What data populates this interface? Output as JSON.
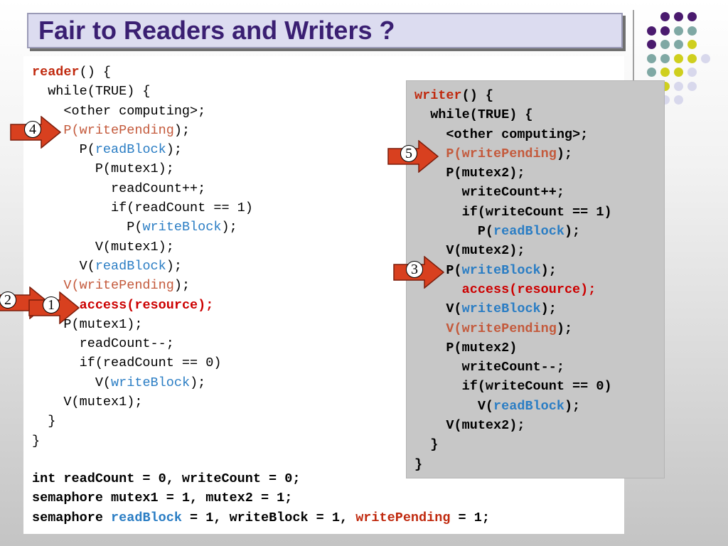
{
  "slide": {
    "title": "Fair to Readers and Writers ?"
  },
  "colors": {
    "title_text": "#3a1f72",
    "keyword_red": "#c0290e",
    "semaphore_orange": "#c45a3c",
    "block_blue": "#2a7dc4",
    "arrow_red": "#d8401f",
    "dot_purple": "#4a1a6e",
    "dot_teal": "#7fa8a4",
    "dot_yellow": "#cfcf1e",
    "dot_lavender": "#d8d8ec"
  },
  "reader": {
    "lines": [
      [
        {
          "t": "reader",
          "c": "kw"
        },
        {
          "t": "() {"
        }
      ],
      [
        {
          "t": "  while(TRUE) {"
        }
      ],
      [
        {
          "t": "    <other computing>;"
        }
      ],
      [
        {
          "t": "    P(writePending",
          "c": "sem"
        },
        {
          "t": ");"
        }
      ],
      [
        {
          "t": "      P("
        },
        {
          "t": "readBlock",
          "c": "blk"
        },
        {
          "t": ");"
        }
      ],
      [
        {
          "t": "        P(mutex1);"
        }
      ],
      [
        {
          "t": "          readCount++;"
        }
      ],
      [
        {
          "t": "          if(readCount == 1)"
        }
      ],
      [
        {
          "t": "            P("
        },
        {
          "t": "writeBlock",
          "c": "blk"
        },
        {
          "t": ");"
        }
      ],
      [
        {
          "t": "        V(mutex1);"
        }
      ],
      [
        {
          "t": "      V("
        },
        {
          "t": "readBlock",
          "c": "blk"
        },
        {
          "t": ");"
        }
      ],
      [
        {
          "t": "    V(writePending",
          "c": "sem"
        },
        {
          "t": ");"
        }
      ],
      [
        {
          "t": "      "
        },
        {
          "t": "access(resource);",
          "c": "acc"
        }
      ],
      [
        {
          "t": "    P(mutex1);"
        }
      ],
      [
        {
          "t": "      readCount--;"
        }
      ],
      [
        {
          "t": "      if(readCount == 0)"
        }
      ],
      [
        {
          "t": "        V("
        },
        {
          "t": "writeBlock",
          "c": "blk"
        },
        {
          "t": ");"
        }
      ],
      [
        {
          "t": "    V(mutex1);"
        }
      ],
      [
        {
          "t": "  }"
        }
      ],
      [
        {
          "t": "}"
        }
      ]
    ]
  },
  "writer": {
    "lines": [
      [
        {
          "t": "writer",
          "c": "kw"
        },
        {
          "t": "() {"
        }
      ],
      [
        {
          "t": "  while(TRUE) {"
        }
      ],
      [
        {
          "t": "    <other computing>;"
        }
      ],
      [
        {
          "t": "    P(writePending",
          "c": "sem"
        },
        {
          "t": ");"
        }
      ],
      [
        {
          "t": "    P(mutex2);"
        }
      ],
      [
        {
          "t": "      writeCount++;"
        }
      ],
      [
        {
          "t": "      if(writeCount == 1)"
        }
      ],
      [
        {
          "t": "        P("
        },
        {
          "t": "readBlock",
          "c": "blk"
        },
        {
          "t": ");"
        }
      ],
      [
        {
          "t": "    V(mutex2);"
        }
      ],
      [
        {
          "t": "    P("
        },
        {
          "t": "writeBlock",
          "c": "blk"
        },
        {
          "t": ");"
        }
      ],
      [
        {
          "t": "      "
        },
        {
          "t": "access(resource);",
          "c": "acc"
        }
      ],
      [
        {
          "t": "    V("
        },
        {
          "t": "writeBlock",
          "c": "blk"
        },
        {
          "t": ");"
        }
      ],
      [
        {
          "t": "    V(writePending",
          "c": "sem"
        },
        {
          "t": ");"
        }
      ],
      [
        {
          "t": "    P(mutex2)"
        }
      ],
      [
        {
          "t": "      writeCount--;"
        }
      ],
      [
        {
          "t": "      if(writeCount == 0)"
        }
      ],
      [
        {
          "t": "        V("
        },
        {
          "t": "readBlock",
          "c": "blk"
        },
        {
          "t": ");"
        }
      ],
      [
        {
          "t": "    V(mutex2);"
        }
      ],
      [
        {
          "t": "  }"
        }
      ],
      [
        {
          "t": "}"
        }
      ]
    ]
  },
  "declarations": {
    "lines": [
      [
        {
          "t": "int readCount = 0, writeCount = 0;"
        }
      ],
      [
        {
          "t": "semaphore mutex1 = 1, mutex2 = 1;"
        }
      ],
      [
        {
          "t": "semaphore "
        },
        {
          "t": "readBlock",
          "c": "blk"
        },
        {
          "t": " = 1, writeBlock = 1, "
        },
        {
          "t": "writePending",
          "c": "kw"
        },
        {
          "t": " = 1;"
        }
      ]
    ]
  },
  "markers": {
    "m1": "1",
    "m2": "2",
    "m3": "3",
    "m4": "4",
    "m5": "5"
  }
}
